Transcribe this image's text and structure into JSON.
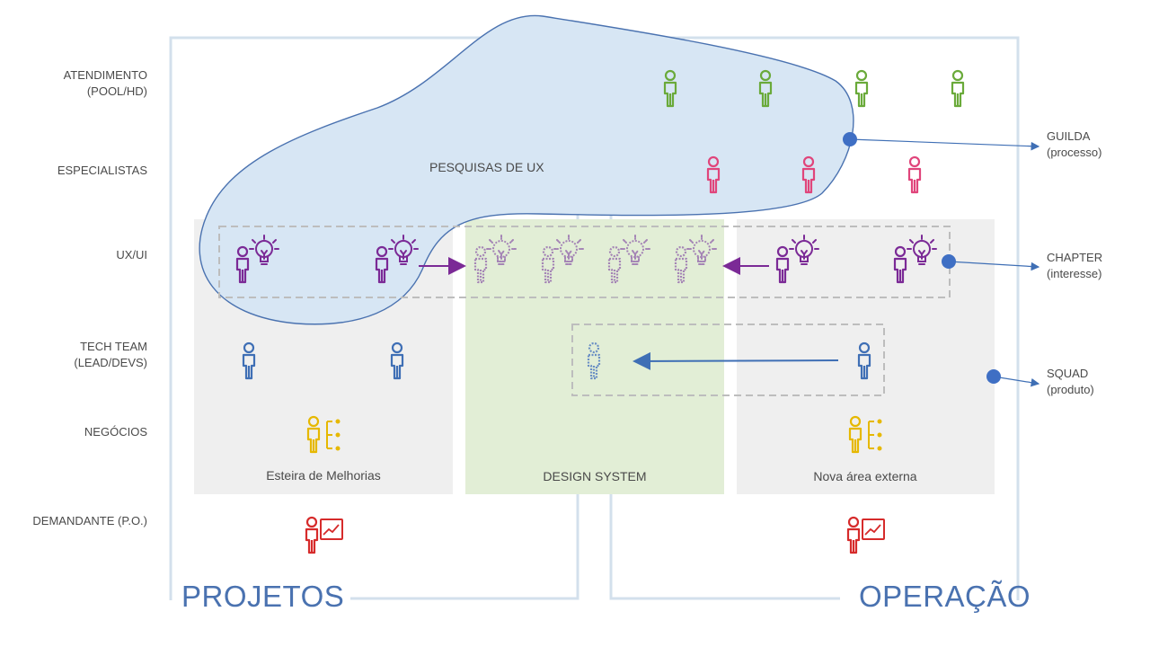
{
  "rows": {
    "atendimento": "ATENDIMENTO\n(POOL/HD)",
    "especialistas": "ESPECIALISTAS",
    "uxui": "UX/UI",
    "tech": "TECH TEAM\n(LEAD/DEVS)",
    "negocios": "NEGÓCIOS",
    "demandante": "DEMANDANTE (P.O.)"
  },
  "groups": {
    "guilda": "GUILDA\n(processo)",
    "chapter": "CHAPTER\n(interesse)",
    "squad": "SQUAD\n(produto)"
  },
  "areas": {
    "esteira": "Esteira de Melhorias",
    "design_system": "DESIGN SYSTEM",
    "nova_area": "Nova área externa"
  },
  "blob_label": "PESQUISAS DE UX",
  "sections": {
    "projetos": "PROJETOS",
    "operacao": "OPERAÇÃO"
  },
  "colors": {
    "atendimento": "#6aaa3a",
    "especialistas": "#e0457b",
    "uxui": "#7b2a96",
    "tech": "#3f6fb5",
    "negocios": "#e6b800",
    "demandante": "#d62b2b",
    "frame": "#d3e0ec",
    "blob_fill": "#d7e6f4",
    "blob_stroke": "#4a72b0",
    "panel": "#efefef",
    "green_panel": "#e2eed6",
    "dot": "#3f6fc4"
  }
}
